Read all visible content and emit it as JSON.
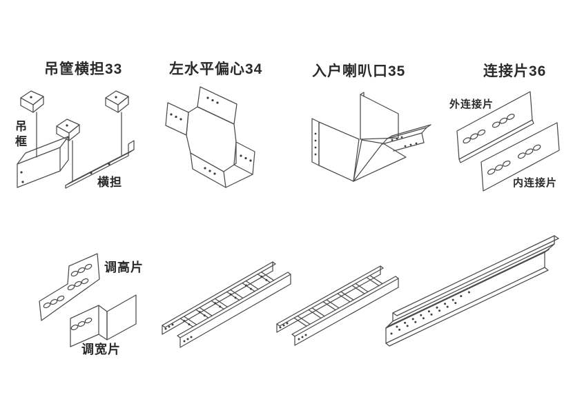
{
  "colors": {
    "background": "#ffffff",
    "line": "#4a4a4a",
    "dot": "#3d3d3d",
    "text": "#2a2a2a"
  },
  "figures": {
    "hanging_basket_crossbar": {
      "title": "吊筐横担33",
      "labels": {
        "frame": "吊框",
        "crossbar": "横担"
      }
    },
    "left_horizontal_eccentric": {
      "title": "左水平偏心34"
    },
    "entry_bell_mouth": {
      "title": "入户喇叭口35"
    },
    "connector_plates": {
      "title": "连接片36",
      "labels": {
        "outer": "外连接片",
        "inner": "内连接片"
      }
    },
    "adjuster_plates": {
      "labels": {
        "height": "调高片",
        "width": "调宽片"
      }
    }
  }
}
